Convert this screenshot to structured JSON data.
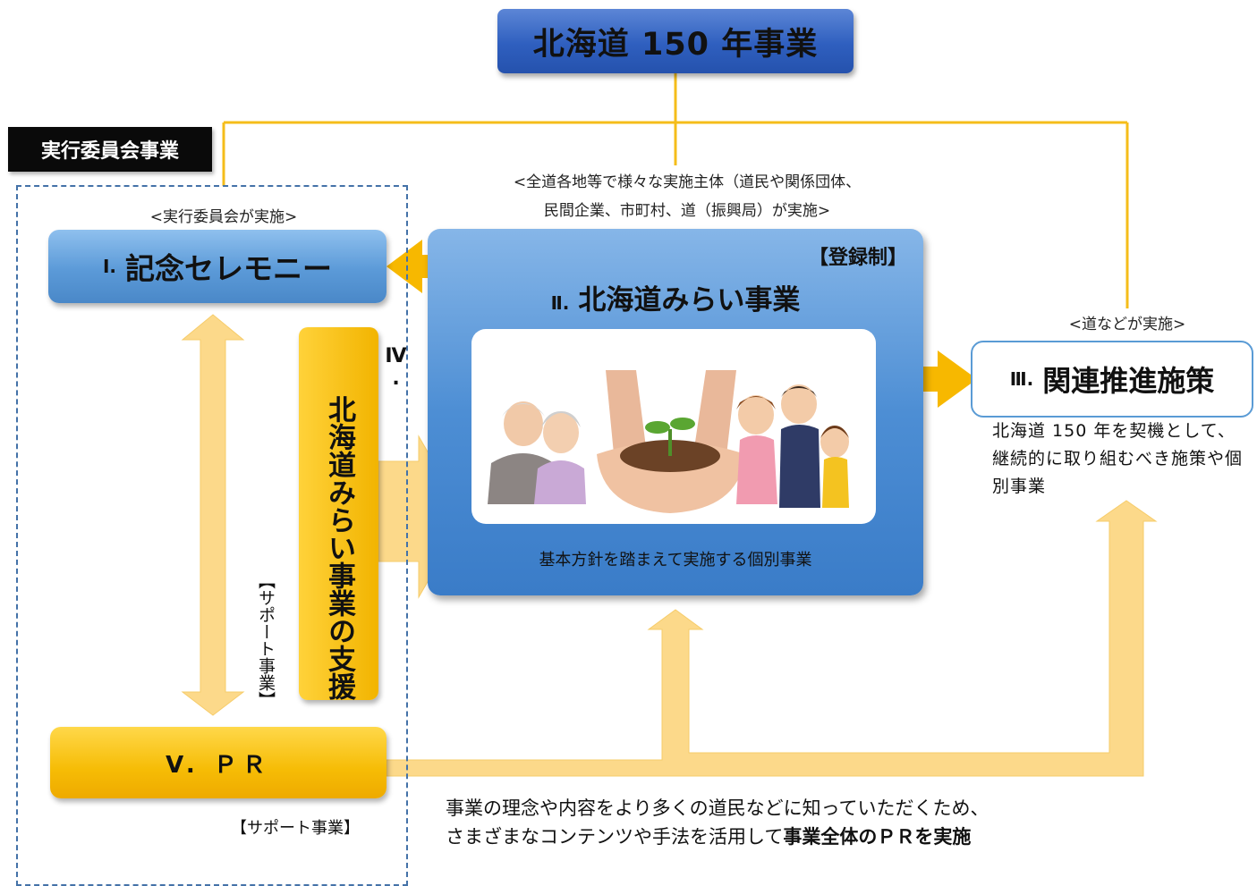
{
  "header": {
    "title": "北海道 150 年事業"
  },
  "exec_label": "実行委員会事業",
  "captions": {
    "exec": "<実行委員会が実施>",
    "all_line1": "<全道各地等で様々な実施主体（道民や関係団体、",
    "all_line2": "民間企業、市町村、道（振興局）が実施>",
    "dou": "<道などが実施>"
  },
  "box1": {
    "num": "Ⅰ.",
    "title": "記念セレモニー"
  },
  "box2": {
    "reg": "【登録制】",
    "num": "Ⅱ.",
    "title": "北海道みらい事業",
    "footer": "基本方針を踏まえて実施する個別事業"
  },
  "box3": {
    "num": "Ⅲ.",
    "title": "関連推進施策",
    "desc": "北海道 150 年を契機として、継続的に取り組むべき施策や個別事業"
  },
  "box4": {
    "num": "Ⅳ.",
    "title": "北海道みらい事業の支援"
  },
  "support_vertical": "【サポート事業】",
  "box5": {
    "title": "V. ＰＲ",
    "support": "【サポート事業】"
  },
  "bottom": {
    "line1": "事業の理念や内容をより多くの道民などに知っていただくため、",
    "line2_plain": "さまざまなコンテンツや手法を活用して",
    "line2_bold": "事業全体のＰＲを実施"
  },
  "colors": {
    "blue": "#4d8ed4",
    "yellow": "#f6bc05",
    "line": "#f7c52a"
  }
}
